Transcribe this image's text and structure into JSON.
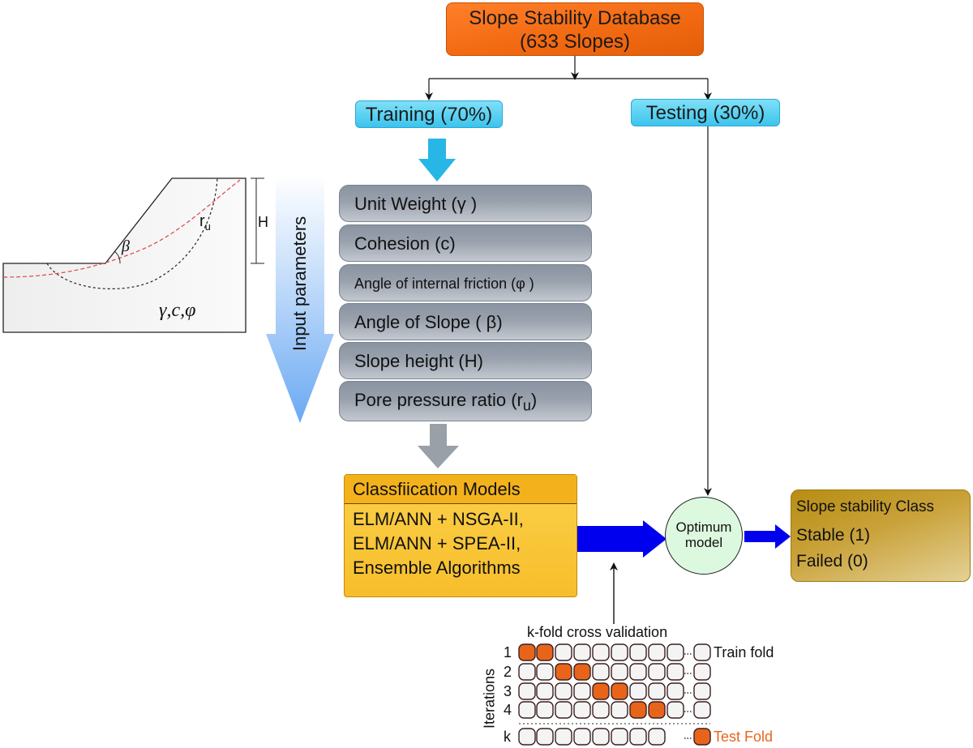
{
  "database": {
    "line1": "Slope Stability Database",
    "line2": "(633 Slopes)"
  },
  "split": {
    "training": "Training (70%)",
    "testing": "Testing (30%)"
  },
  "input_label": "Input parameters",
  "parameters": [
    "Unit Weight (γ  )",
    "Cohesion (c)",
    "Angle of internal friction (φ  )",
    "Angle of Slope ( β)",
    "Slope height (H)",
    "Pore pressure ratio (r"
  ],
  "pore_subscript": "u",
  "pore_close": ")",
  "models": {
    "title": "Classfiication Models",
    "lines": [
      "ELM/ANN + NSGA-II,",
      "ELM/ANN + SPEA-II,",
      "Ensemble Algorithms"
    ]
  },
  "optimum": {
    "line1": "Optimum",
    "line2": "model"
  },
  "result": {
    "title": "Slope stability Class",
    "stable": "Stable (1)",
    "failed": "Failed (0)"
  },
  "slope_figure": {
    "ru_main": "r",
    "ru_sub": "u",
    "height": "H",
    "angle": "β",
    "props": "γ,c,φ"
  },
  "kfold": {
    "title": "k-fold cross validation",
    "axis_label": "Iterations",
    "rows": [
      "1",
      "2",
      "3",
      "4",
      "k"
    ],
    "train_label": "Train fold",
    "test_label": "Test Fold",
    "test_color": "#e8641b"
  },
  "colors": {
    "arrow_blue": "#0000ee",
    "cyan": "#3cc4ec",
    "orange": "#f26a12",
    "gray_arrow": "#9aa0a8"
  }
}
